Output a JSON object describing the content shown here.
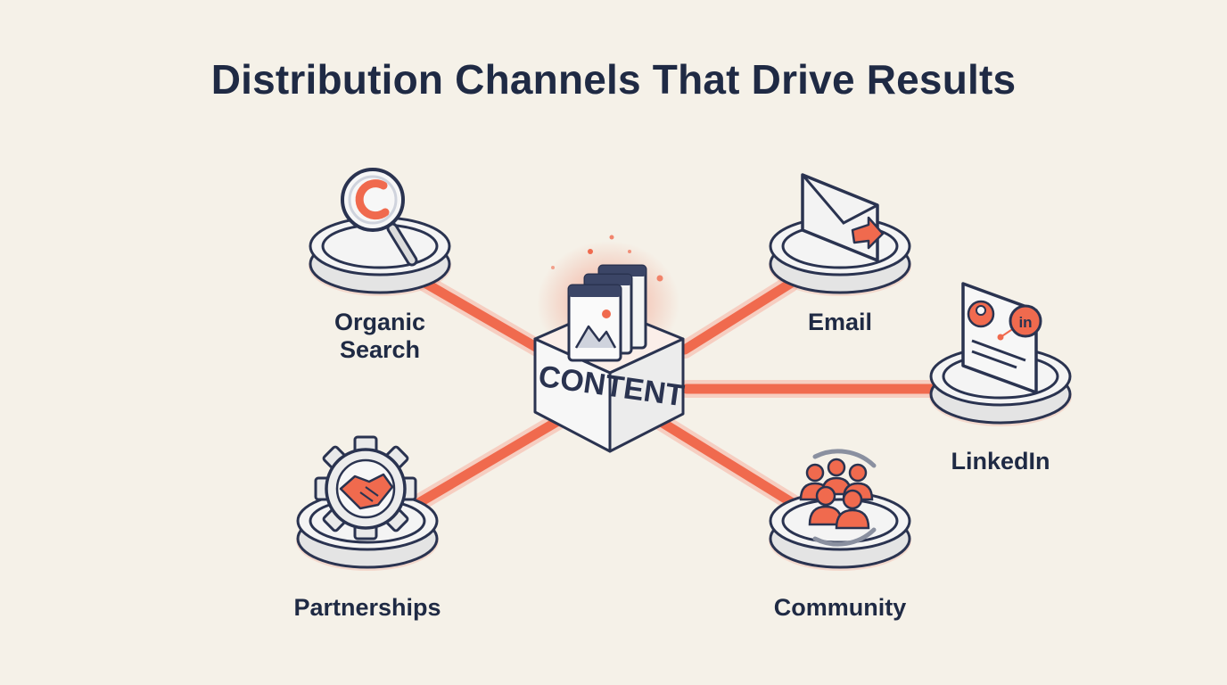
{
  "title": "Distribution Channels That Drive Results",
  "hub": {
    "label": "CONTENT",
    "icon": "content-pages-icon"
  },
  "channels": [
    {
      "id": "organic",
      "label_line1": "Organic",
      "label_line2": "Search",
      "icon": "magnifier-icon"
    },
    {
      "id": "email",
      "label": "Email",
      "icon": "envelope-icon"
    },
    {
      "id": "linkedin",
      "label": "LinkedIn",
      "icon": "linkedin-profile-icon",
      "badge": "in"
    },
    {
      "id": "partnerships",
      "label": "Partnerships",
      "icon": "gear-handshake-icon"
    },
    {
      "id": "community",
      "label": "Community",
      "icon": "people-group-icon"
    }
  ],
  "colors": {
    "background": "#f5f1e8",
    "text": "#1f2a44",
    "accent": "#f06a4e",
    "platform": "#f2f2f2",
    "outline": "#2a3350"
  }
}
